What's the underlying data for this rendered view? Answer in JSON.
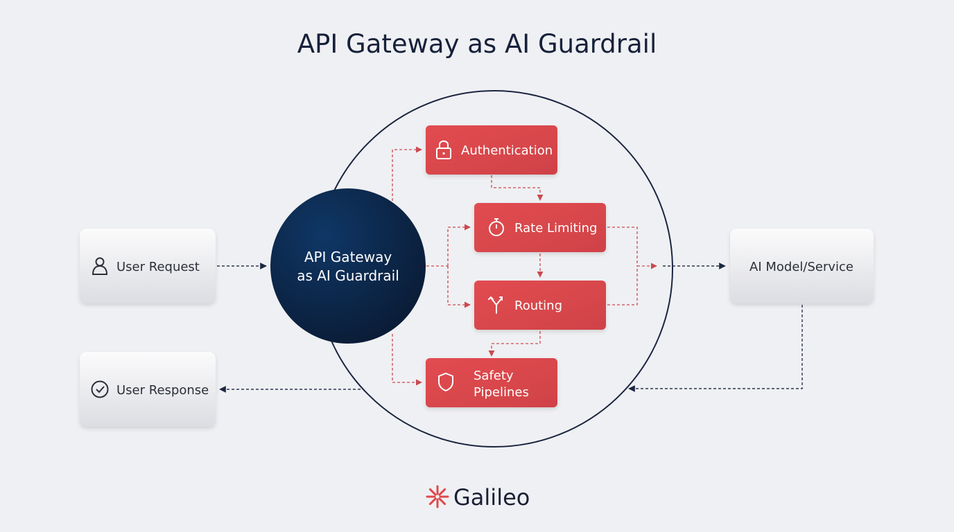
{
  "title": "API Gateway as AI Guardrail",
  "hub": {
    "line1": "API Gateway",
    "line2": "as AI Guardrail"
  },
  "nodes": {
    "user_request": "User Request",
    "user_response": "User Response",
    "ai_model": "AI Model/Service"
  },
  "steps": {
    "authentication": "Authentication",
    "rate_limiting": "Rate Limiting",
    "routing": "Routing",
    "safety_line1": "Safety",
    "safety_line2": "Pipelines"
  },
  "brand": "Galileo",
  "icons": {
    "user_request": "user-icon",
    "user_response": "check-circle-icon",
    "authentication": "lock-icon",
    "rate_limiting": "stopwatch-icon",
    "routing": "split-arrows-icon",
    "safety": "shield-icon",
    "brand": "galileo-logo-icon"
  },
  "colors": {
    "background": "#eff0f3",
    "red": "#d9474c",
    "navy": "#0c2548",
    "ink": "#17213a"
  }
}
